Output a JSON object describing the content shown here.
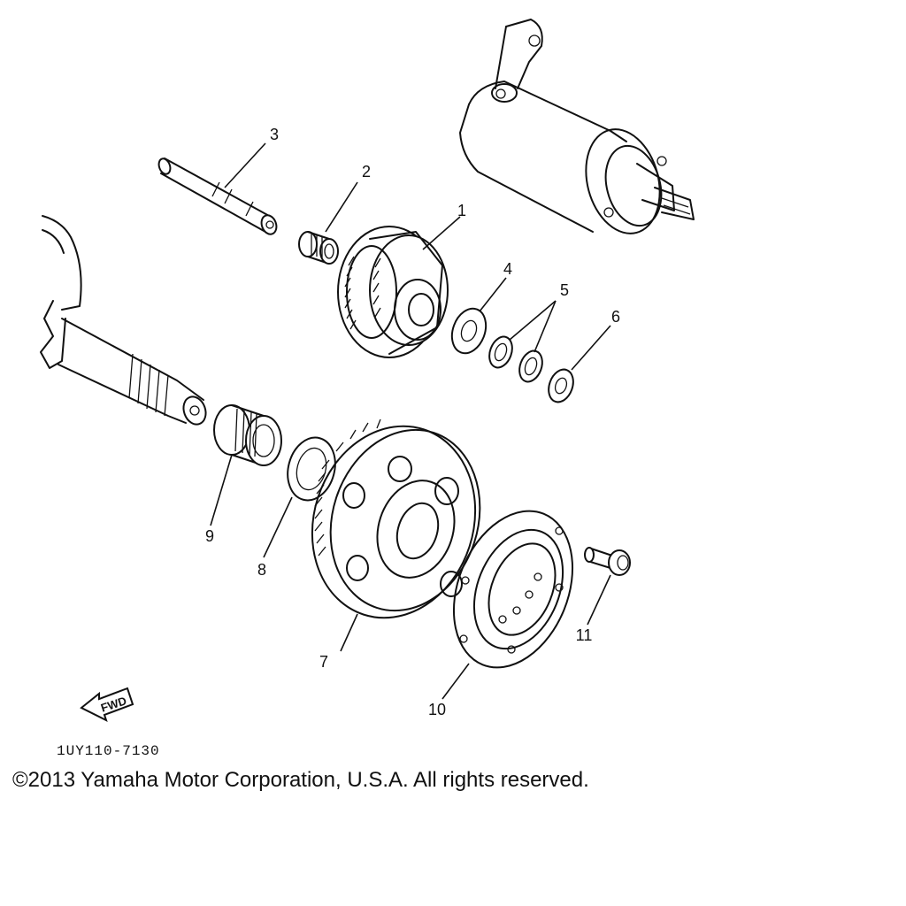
{
  "callouts": {
    "p1": "1",
    "p2": "2",
    "p3": "3",
    "p4": "4",
    "p5": "5",
    "p6": "6",
    "p7": "7",
    "p8": "8",
    "p9": "9",
    "p10": "10",
    "p11": "11"
  },
  "fwd_label": "FWD",
  "part_code": "1UY110-7130",
  "copyright": "©2013 Yamaha Motor Corporation, U.S.A. All rights reserved."
}
